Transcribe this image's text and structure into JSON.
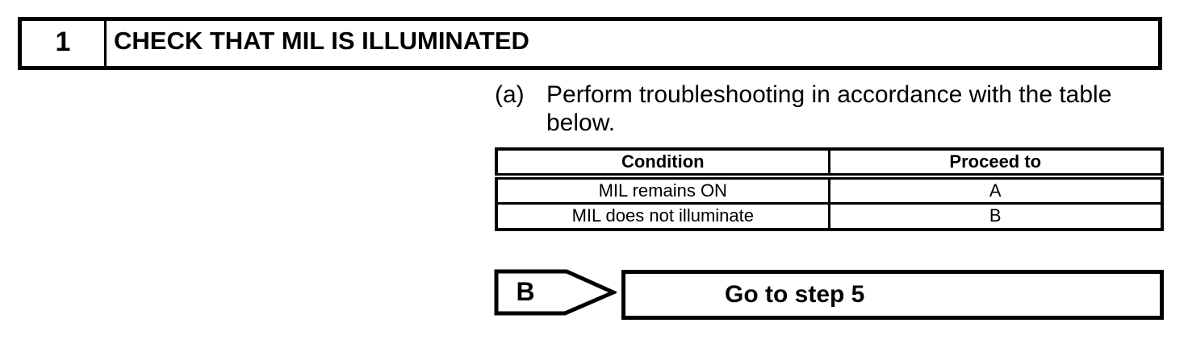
{
  "colors": {
    "ink": "#000000",
    "paper": "#ffffff"
  },
  "step_header": {
    "number": "1",
    "title": "CHECK THAT MIL IS ILLUMINATED"
  },
  "instruction": {
    "marker": "(a)",
    "line1": "Perform troubleshooting in accordance with the table",
    "line2": "below."
  },
  "troubleshooting_table": {
    "columns": [
      "Condition",
      "Proceed to"
    ],
    "rows": [
      {
        "condition": "MIL remains ON",
        "proceed_to": "A"
      },
      {
        "condition": "MIL does not illuminate",
        "proceed_to": "B"
      }
    ]
  },
  "flow": {
    "connector_label": "B",
    "action": "Go to step 5"
  }
}
